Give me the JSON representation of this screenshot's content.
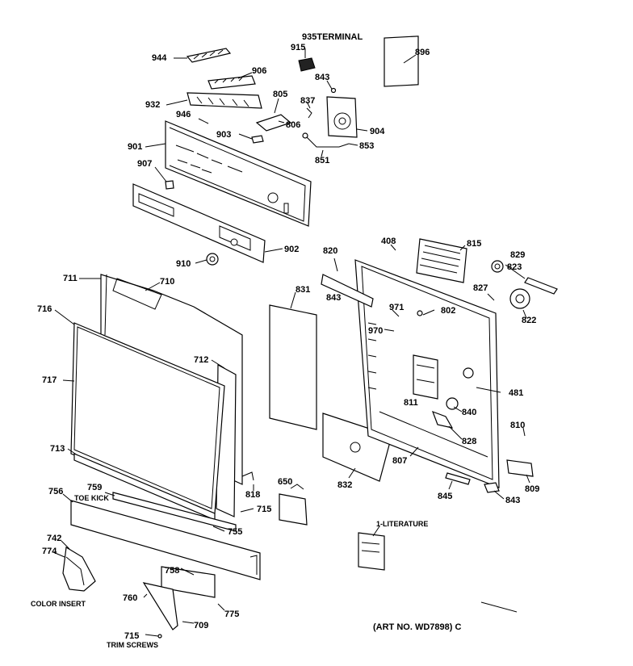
{
  "labels": {
    "l935": "935TERMINAL",
    "l915": "915",
    "l896": "896",
    "l944": "944",
    "l906": "906",
    "l843a": "843",
    "l805": "805",
    "l837": "837",
    "l932": "932",
    "l806": "806",
    "l946": "946",
    "l903": "903",
    "l904": "904",
    "l853": "853",
    "l901": "901",
    "l851": "851",
    "l907": "907",
    "l902": "902",
    "l910": "910",
    "l408": "408",
    "l815": "815",
    "l829": "829",
    "l820": "820",
    "l823": "823",
    "l711": "711",
    "l710": "710",
    "l831": "831",
    "l827": "827",
    "l716": "716",
    "l843b": "843",
    "l971": "971",
    "l802": "802",
    "l822": "822",
    "l970": "970",
    "l712": "712",
    "l717": "717",
    "l481": "481",
    "l811": "811",
    "l840": "840",
    "l810": "810",
    "l828": "828",
    "l713": "713",
    "l807": "807",
    "l756": "756",
    "l650": "650",
    "l832": "832",
    "l809": "809",
    "l759": "759",
    "l818": "818",
    "l845": "845",
    "l843c": "843",
    "l715a": "715",
    "l755": "755",
    "l742": "742",
    "l1lit": "1-LITERATURE",
    "l774": "774",
    "l758": "758",
    "l760": "760",
    "l775": "775",
    "l709": "709",
    "l715b": "715",
    "color_insert": "COLOR INSERT",
    "toe_kick": "TOE KICK",
    "trim_screws": "TRIM SCREWS",
    "art_no": "(ART NO. WD7898) C"
  }
}
